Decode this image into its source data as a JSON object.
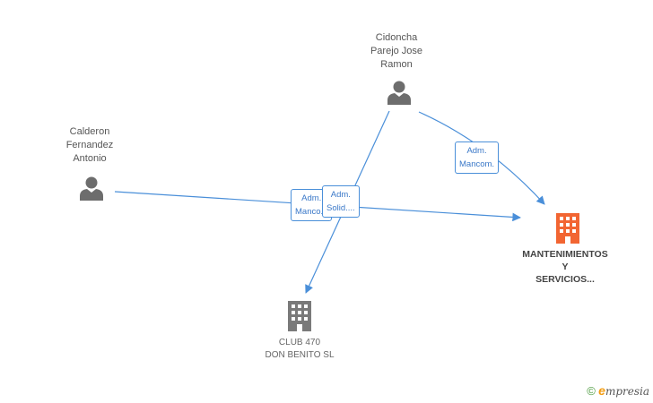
{
  "persons": [
    {
      "id": "cidoncha",
      "lines": [
        "Cidoncha",
        "Parejo Jose",
        "Ramon"
      ]
    },
    {
      "id": "calderon",
      "lines": [
        "Calderon",
        "Fernandez",
        "Antonio"
      ]
    }
  ],
  "companies": [
    {
      "id": "mantenimientos",
      "lines": [
        "MANTENIMIENTOS",
        "Y",
        "SERVICIOS..."
      ],
      "color": "#f26532"
    },
    {
      "id": "club470",
      "lines": [
        "CLUB 470",
        "DON BENITO SL"
      ],
      "color": "#7a7a7a"
    }
  ],
  "edges": [
    {
      "from": "calderon",
      "to": "mantenimientos",
      "label": [
        "Adm.",
        "Manco..."
      ]
    },
    {
      "from": "cidoncha",
      "to": "club470",
      "label": [
        "Adm.",
        "Solid...."
      ]
    },
    {
      "from": "cidoncha",
      "to": "mantenimientos",
      "label": [
        "Adm.",
        "Mancom."
      ]
    }
  ],
  "colors": {
    "edge": "#4a8fd9",
    "person_icon": "#6d6d6d"
  },
  "footer": {
    "copyright": "©",
    "brand_initial": "e",
    "brand_rest": "mpresia"
  }
}
